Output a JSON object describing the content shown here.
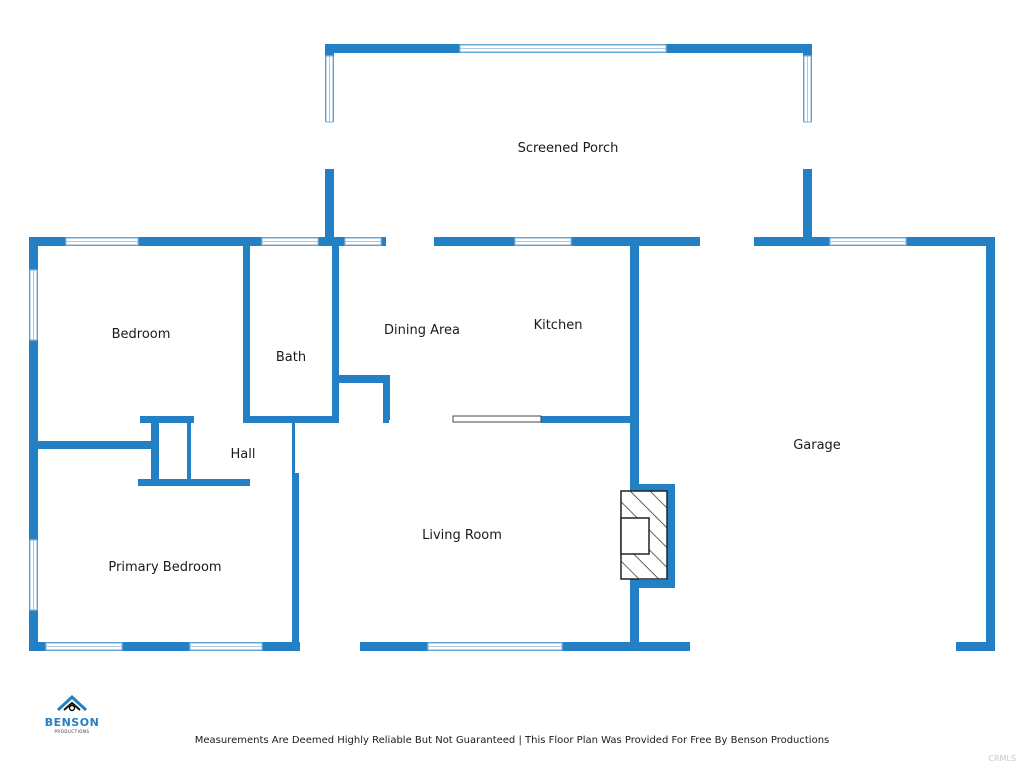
{
  "colors": {
    "wall": "#2480c4",
    "window_frame": "#8fb9d8",
    "background": "#ffffff",
    "text": "#1a1a1a"
  },
  "rooms": [
    {
      "id": "screened-porch",
      "label": "Screened Porch"
    },
    {
      "id": "bedroom",
      "label": "Bedroom"
    },
    {
      "id": "bath",
      "label": "Bath"
    },
    {
      "id": "dining-area",
      "label": "Dining Area"
    },
    {
      "id": "kitchen",
      "label": "Kitchen"
    },
    {
      "id": "garage",
      "label": "Garage"
    },
    {
      "id": "hall",
      "label": "Hall"
    },
    {
      "id": "living-room",
      "label": "Living Room"
    },
    {
      "id": "primary-bedroom",
      "label": "Primary Bedroom"
    }
  ],
  "logo": {
    "name": "BENSON",
    "sub": "PRODUCTIONS",
    "icon": "house-icon"
  },
  "footer": {
    "disclaimer": "Measurements Are Deemed Highly Reliable But Not Guaranteed | This Floor Plan Was Provided For Free By Benson Productions"
  },
  "watermark": "CRMLS"
}
